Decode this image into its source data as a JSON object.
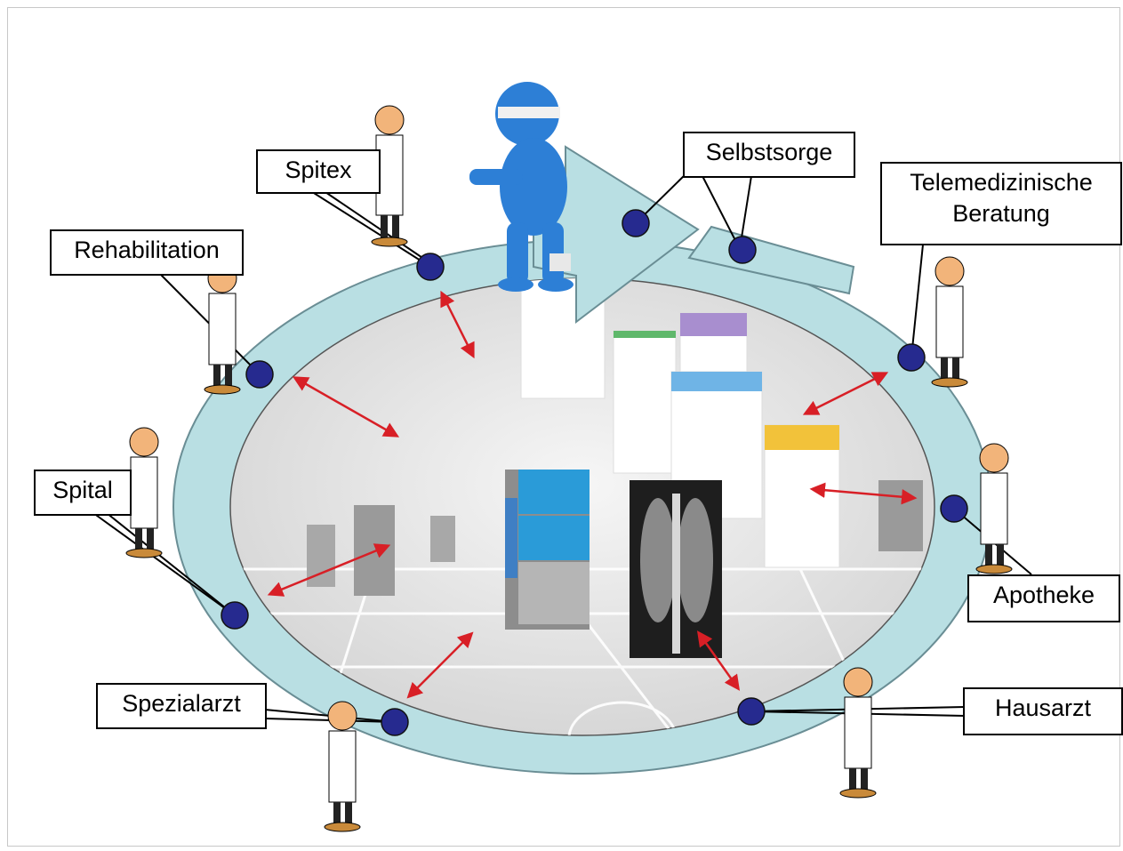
{
  "labels": {
    "spitex": "Spitex",
    "selbstsorge": "Selbstsorge",
    "telemedizin_line1": "Telemedizinische",
    "telemedizin_line2": "Beratung",
    "rehabilitation": "Rehabilitation",
    "spital": "Spital",
    "apotheke": "Apotheke",
    "spezialarzt": "Spezialarzt",
    "hausarzt": "Hausarzt"
  },
  "colors": {
    "ring": "#b9dfe3",
    "ring_stroke": "#6a8e95",
    "node": "#262a8f",
    "arrow": "#d81f26",
    "patient": "#2d7fd6",
    "inner_bg": "#e9e9e9"
  },
  "icons": [
    "doctor-icon",
    "patient-figure-icon",
    "filing-cabinet-icon",
    "document-icon",
    "xray-icon"
  ]
}
